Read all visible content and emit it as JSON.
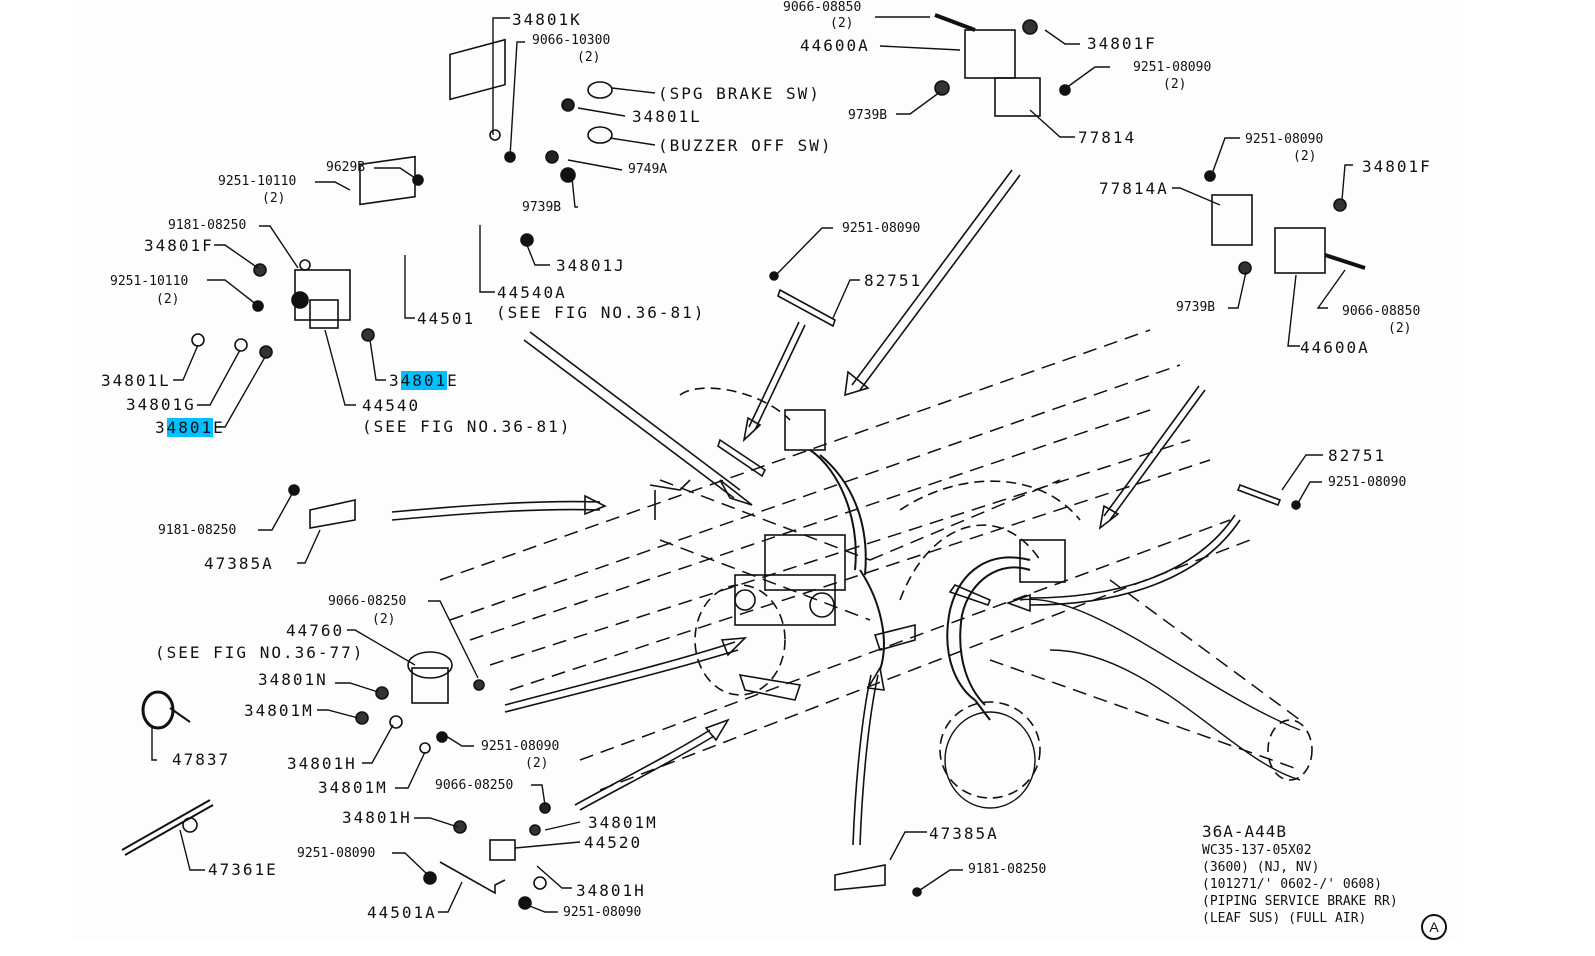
{
  "diagram": {
    "title_block": {
      "figure_no": "36A-A44B",
      "lines": [
        "WC35-137-05X02",
        "(3600) (NJ, NV)",
        "(101271/' 0602-/' 0608)",
        "(PIPING SERVICE BRAKE RR)",
        "(LEAF SUS) (FULL AIR)"
      ],
      "view_marker": "A"
    },
    "highlight_color": "#00bfff",
    "search_highlight": "4801",
    "labels": {
      "l_34801K": "34801K",
      "l_9066_10300": "9066-10300",
      "l_9066_10300_qty": "(2)",
      "l_spg_brake_sw": "(SPG BRAKE SW)",
      "l_34801L_top": "34801L",
      "l_buzzer_off_sw": "(BUZZER OFF SW)",
      "l_9749A": "9749A",
      "l_9629B": "9629B",
      "l_9739B_a": "9739B",
      "l_9251_10110_a": "9251-10110",
      "l_9251_10110_a_qty": "(2)",
      "l_9181_08250_a": "9181-08250",
      "l_34801F_a": "34801F",
      "l_34801J": "34801J",
      "l_9251_10110_b": "9251-10110",
      "l_9251_10110_b_qty": "(2)",
      "l_44540A": "44540A",
      "l_44540A_ref": "(SEE FIG NO.36-81)",
      "l_44501": "44501",
      "l_34801L_b": "34801L",
      "l_34801E_a_pre": "3",
      "l_34801E_a_hl": "4801",
      "l_34801E_a_post": "E",
      "l_34801G": "34801G",
      "l_44540": "44540",
      "l_44540_ref": "(SEE FIG NO.36-81)",
      "l_34801E_b_pre": "3",
      "l_34801E_b_hl": "4801",
      "l_34801E_b_post": "E",
      "l_9066_08850_a": "9066-08850",
      "l_9066_08850_a_qty": "(2)",
      "l_44600A_a": "44600A",
      "l_34801F_b": "34801F",
      "l_9251_08090_a": "9251-08090",
      "l_9251_08090_a_qty": "(2)",
      "l_9739B_b": "9739B",
      "l_77814": "77814",
      "l_9251_08090_b": "9251-08090",
      "l_9251_08090_b_qty": "(2)",
      "l_77814A": "77814A",
      "l_34801F_c": "34801F",
      "l_9739B_c": "9739B",
      "l_9066_08850_b": "9066-08850",
      "l_9066_08850_b_qty": "(2)",
      "l_44600A_b": "44600A",
      "l_9251_08090_c": "9251-08090",
      "l_82751_a": "82751",
      "l_82751_b": "82751",
      "l_9251_08090_d": "9251-08090",
      "l_9181_08250_b": "9181-08250",
      "l_47385A_a": "47385A",
      "l_9066_08250_a": "9066-08250",
      "l_9066_08250_a_qty": "(2)",
      "l_44760": "44760",
      "l_44760_ref": "(SEE FIG NO.36-77)",
      "l_34801N": "34801N",
      "l_34801M_a": "34801M",
      "l_9251_08090_e": "9251-08090",
      "l_9251_08090_e_qty": "(2)",
      "l_47837": "47837",
      "l_34801H_a": "34801H",
      "l_34801M_b": "34801M",
      "l_9066_08250_b": "9066-08250",
      "l_34801H_b": "34801H",
      "l_34801M_c": "34801M",
      "l_44520": "44520",
      "l_9251_08090_f": "9251-08090",
      "l_34801H_c": "34801H",
      "l_47361E": "47361E",
      "l_44501A": "44501A",
      "l_9251_08090_g": "9251-08090",
      "l_47385A_b": "47385A",
      "l_9181_08250_c": "9181-08250"
    }
  }
}
